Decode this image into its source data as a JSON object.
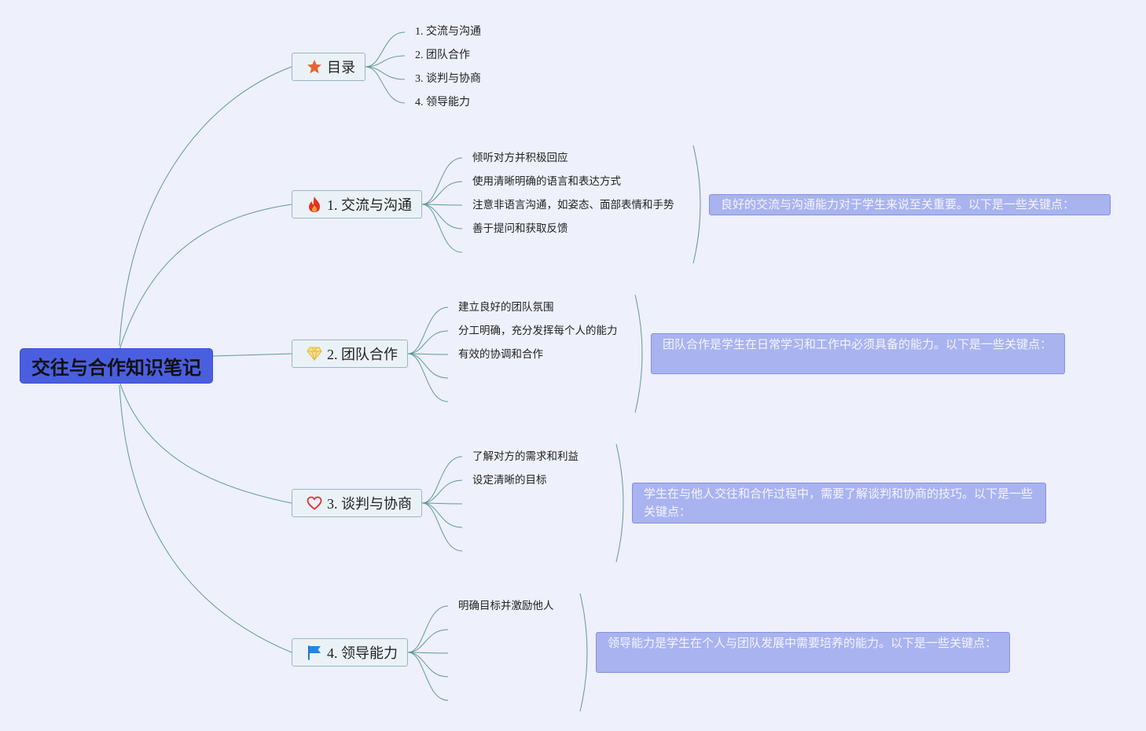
{
  "root": {
    "title": "交往与合作知识笔记"
  },
  "topics": [
    {
      "label": "目录",
      "icon": "star-icon",
      "children": [
        "1. 交流与沟通",
        "2. 团队合作",
        "3. 谈判与协商",
        "4. 领导能力"
      ]
    },
    {
      "label": "1. 交流与沟通",
      "icon": "flame-icon",
      "children": [
        "倾听对方并积极回应",
        "使用清晰明确的语言和表达方式",
        "注意非语言沟通，如姿态、面部表情和手势",
        "善于提问和获取反馈"
      ],
      "summary": "良好的交流与沟通能力对于学生来说至关重要。以下是一些关键点："
    },
    {
      "label": "2. 团队合作",
      "icon": "diamond-icon",
      "children": [
        "建立良好的团队氛围",
        "分工明确，充分发挥每个人的能力",
        "有效的协调和合作"
      ],
      "summary": "团队合作是学生在日常学习和工作中必须具备的能力。以下是一些关键点："
    },
    {
      "label": "3. 谈判与协商",
      "icon": "heart-icon",
      "children": [
        "了解对方的需求和利益",
        "设定清晰的目标"
      ],
      "summary": "学生在与他人交往和合作过程中，需要了解谈判和协商的技巧。以下是一些关键点："
    },
    {
      "label": "4. 领导能力",
      "icon": "flag-icon",
      "children": [
        "明确目标并激励他人"
      ],
      "summary": "领导能力是学生在个人与团队发展中需要培养的能力。以下是一些关键点："
    }
  ],
  "colors": {
    "background": "#eef0fb",
    "root": "#4a5fe0",
    "topic_fill": "#eaf2f7",
    "summary_fill": "#a9b3ef",
    "line": "#5f9a94"
  }
}
